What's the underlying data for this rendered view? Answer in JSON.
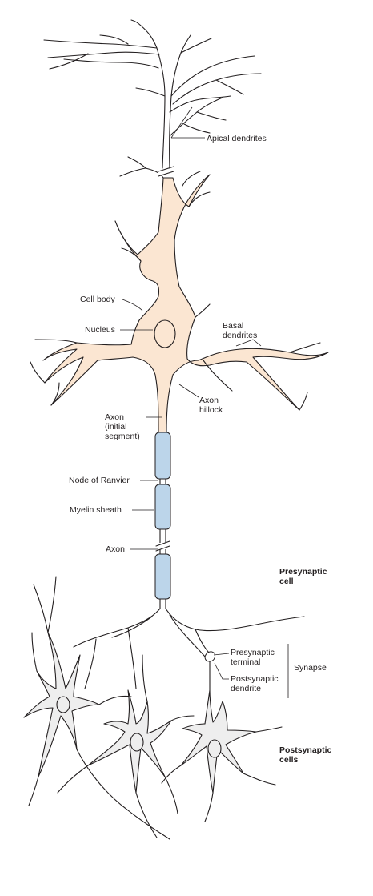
{
  "colors": {
    "cell_fill": "#fbe6d2",
    "postsynaptic_fill": "#eeeeee",
    "myelin_fill": "#bcd5ea",
    "outline": "#231f20"
  },
  "labels": {
    "apical_dendrites": "Apical dendrites",
    "cell_body": "Cell body",
    "nucleus": "Nucleus",
    "basal_dendrites_1": "Basal",
    "basal_dendrites_2": "dendrites",
    "axon_hillock_1": "Axon",
    "axon_hillock_2": "hillock",
    "axon_initial_1": "Axon",
    "axon_initial_2": "(initial",
    "axon_initial_3": "segment)",
    "node_of_ranvier": "Node of Ranvier",
    "myelin_sheath": "Myelin sheath",
    "axon": "Axon",
    "presynaptic_cell_1": "Presynaptic",
    "presynaptic_cell_2": "cell",
    "presynaptic_terminal_1": "Presynaptic",
    "presynaptic_terminal_2": "terminal",
    "postsynaptic_dendrite_1": "Postsynaptic",
    "postsynaptic_dendrite_2": "dendrite",
    "synapse": "Synapse",
    "postsynaptic_cells_1": "Postsynaptic",
    "postsynaptic_cells_2": "cells"
  }
}
